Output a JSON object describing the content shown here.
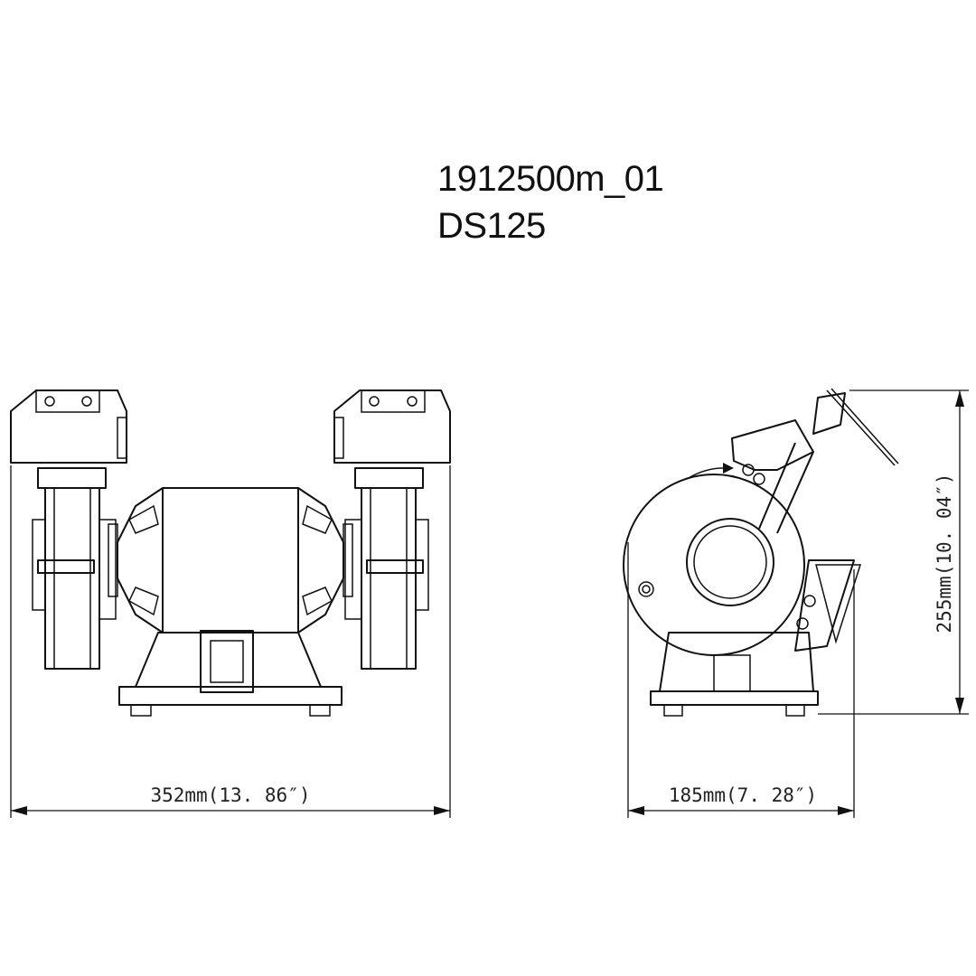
{
  "drawing": {
    "part_number": "1912500m_01",
    "model": "DS125"
  },
  "dimensions": {
    "width": "352mm(13. 86″)",
    "depth": "185mm(7. 28″)",
    "height": "255mm(10. 04″)"
  },
  "colors": {
    "line": "#111111",
    "background": "#ffffff"
  }
}
